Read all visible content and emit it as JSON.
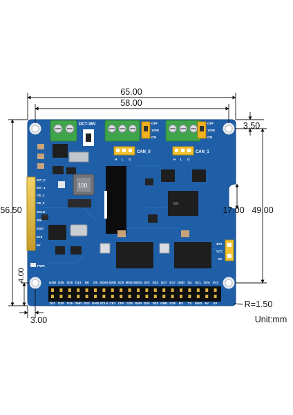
{
  "dimensions": {
    "width_total": "65.00",
    "width_holes": "58.00",
    "height_total": "56.50",
    "height_holes": "49.00",
    "corner_offset_y": "3.50",
    "offset_x": "3.00",
    "offset_y": "4.00",
    "notch_height": "17.00",
    "corner_radius": "R=1.50",
    "unit": "Unit:mm"
  },
  "board": {
    "pcb_color": "#1f5fa8",
    "power_label": "DC7-36V",
    "can0_label": "CAN_0",
    "can1_label": "CAN_1",
    "terminal_hlg": [
      "H",
      "L",
      "G"
    ],
    "switch_labels": [
      "OFF",
      "120R",
      "ON"
    ],
    "inductor_label": "100",
    "left_header_labels": [
      "INT_0",
      "INT_1",
      "CE_1",
      "CE_0",
      "SCLK",
      "SDI",
      "SDO",
      "3V3",
      "5V"
    ],
    "pwr_label": "PWR",
    "vcc_labels": [
      "3V3",
      "VCC",
      "5V"
    ],
    "gpio_top_labels": [
      "GND",
      "D26",
      "D19",
      "D13",
      "D6",
      "D5",
      "SDA0",
      "GND",
      "SCK",
      "MISO",
      "MOSI",
      "3V3",
      "D22",
      "D27",
      "D17",
      "GND",
      "D4",
      "SCL",
      "SDA",
      "3V3"
    ],
    "gpio_bottom_labels": [
      "D21",
      "D20",
      "D16",
      "GND",
      "D12",
      "GND",
      "SCL0",
      "CE1",
      "CE0",
      "D25",
      "GND",
      "D24",
      "D23",
      "GND",
      "D18",
      "RX",
      "TX",
      "GND",
      "5V",
      "5V"
    ]
  }
}
